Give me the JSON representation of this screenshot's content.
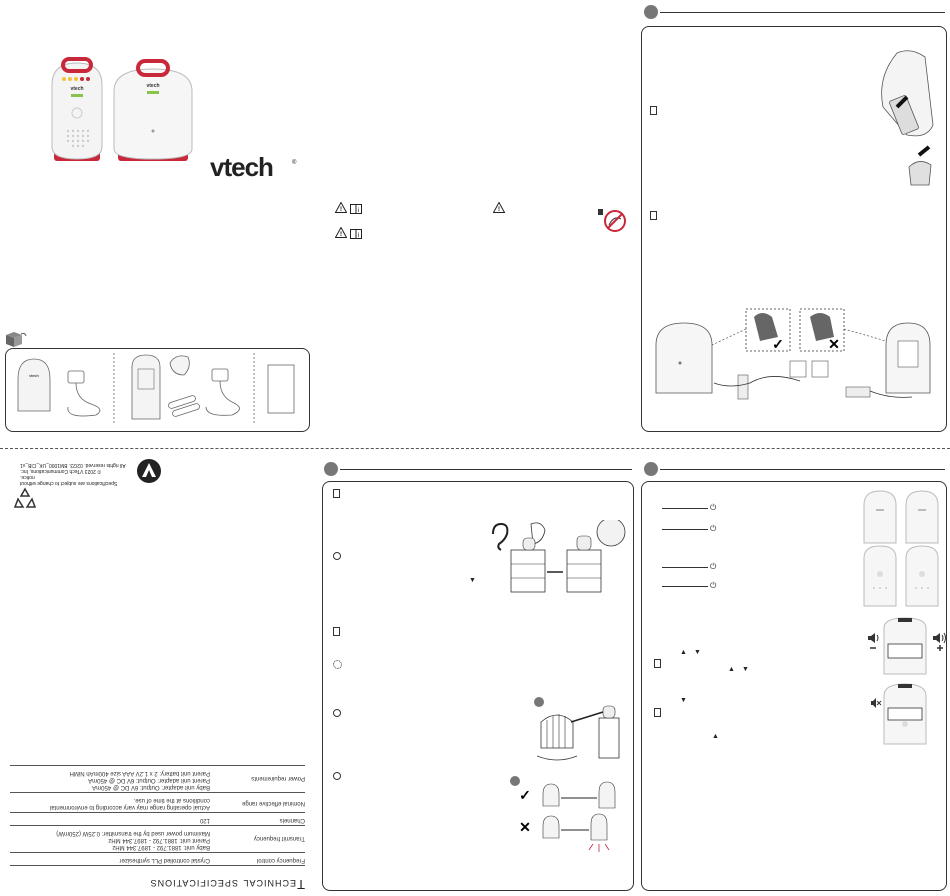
{
  "brand": {
    "logo": "vtech",
    "color": "#222222"
  },
  "accent_color": "#c8283a",
  "specifications": {
    "title": "Technical specifications",
    "rows": [
      {
        "label": "Frequency control",
        "value": [
          "Crystal controlled PLL synthesizer"
        ]
      },
      {
        "label": "Transmit frequency",
        "value": [
          "Baby unit: 1881.792 - 1897.344 MHz",
          "Parent unit: 1881.792 - 1897.344 MHz",
          "Maximum power used by the transmitter: 0.25W (250mW)"
        ]
      },
      {
        "label": "Channels",
        "value": [
          "120"
        ]
      },
      {
        "label": "Nominal effective range",
        "value": [
          "Actual operating range may vary according to environmental",
          "conditions at the time of use."
        ]
      },
      {
        "label": "Power requirements",
        "value": [
          "Baby unit adapter: Output: 6V DC @ 450mA",
          "Parent unit adapter: Output: 6V DC @ 450mA",
          "Parent unit battery: 2 x 1.2V AAA size 400mAh NiMH"
        ]
      }
    ]
  },
  "copyright": [
    "Specifications are subject to change without notice.",
    "© 2023 VTech Communications, Inc.",
    "All rights reserved. 02/23. BM1000_UK_CIB_v1"
  ],
  "icons": [
    "warning-triangle-icon",
    "manual-book-icon",
    "note-icon",
    "clock-icon",
    "power-icon",
    "volume-down-icon",
    "volume-up-icon",
    "mute-icon",
    "checkmark-icon",
    "cross-icon",
    "recycle-icon",
    "box-icon"
  ]
}
